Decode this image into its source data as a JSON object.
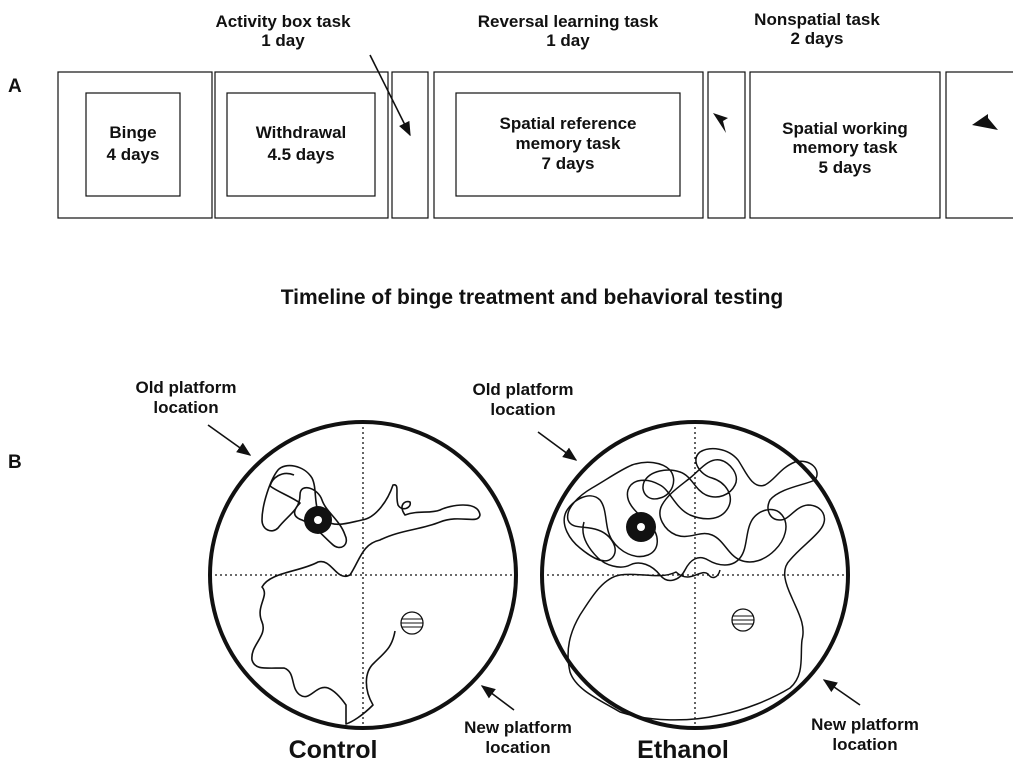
{
  "panel_a": {
    "letter": "A",
    "tasks_above": [
      {
        "line1": "Activity box task",
        "line2": "1 day"
      },
      {
        "line1": "Reversal learning task",
        "line2": "1 day"
      },
      {
        "line1": "Nonspatial task",
        "line2": "2 days"
      }
    ],
    "boxes": [
      {
        "line1": "Binge",
        "line2": "4 days"
      },
      {
        "line1": "Withdrawal",
        "line2": "4.5 days"
      },
      {
        "line1": "Spatial reference",
        "line2": "memory task",
        "line3": "7 days"
      },
      {
        "line1": "Spatial working",
        "line2": "memory task",
        "line3": "5 days"
      }
    ],
    "caption": "Timeline of binge treatment and behavioral testing"
  },
  "panel_b": {
    "letter": "B",
    "pools": [
      {
        "label": "Control",
        "old_line1": "Old platform",
        "old_line2": "location",
        "new_line1": "New platform",
        "new_line2": "location"
      },
      {
        "label": "Ethanol",
        "old_line1": "Old platform",
        "old_line2": "location",
        "new_line1": "New platform",
        "new_line2": "location"
      }
    ]
  },
  "colors": {
    "ink": "#111111",
    "background": "#ffffff"
  }
}
